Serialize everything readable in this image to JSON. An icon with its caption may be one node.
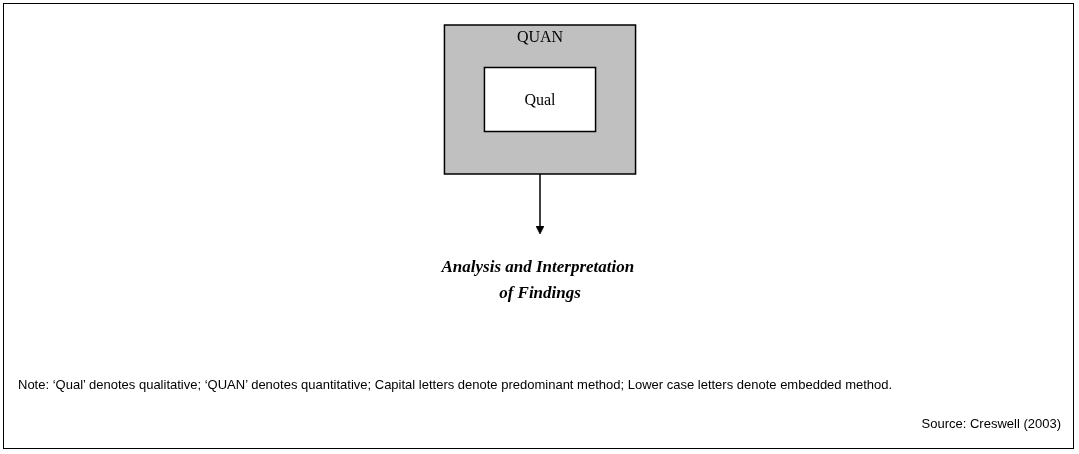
{
  "diagram": {
    "nodes": [
      {
        "text": [
          "QUAN"
        ]
      },
      {
        "text": [
          "Qual"
        ],
        "in": 0
      },
      {
        "text": [
          "Analysis and Interpretation of Findings"
        ]
      }
    ],
    "edges": [
      {
        "from": 0,
        "to": 2,
        "arrow": "to"
      }
    ],
    "labels": [
      "Note: ‘Qual’ denotes qualitative; ‘QUAN’ denotes quantitative; Capital letters denote predominant method; Lower case letters denote embedded method.",
      "Source: Creswell (2003)"
    ]
  }
}
